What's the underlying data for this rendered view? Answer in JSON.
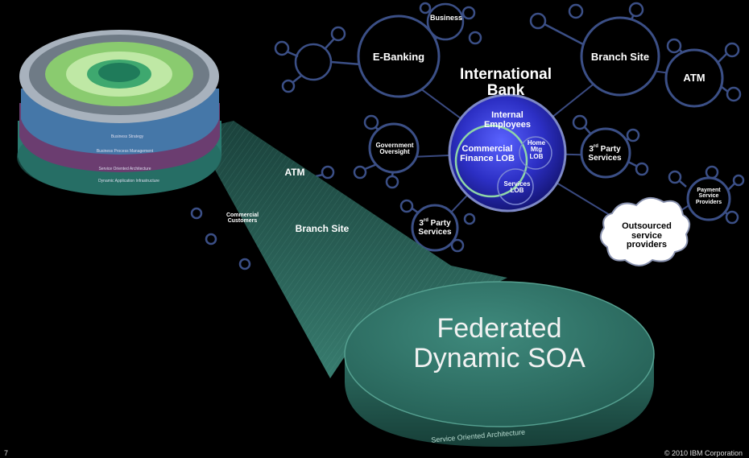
{
  "bank": {
    "title_line1": "International",
    "title_line2": "Bank"
  },
  "center": {
    "internal_line1": "Internal",
    "internal_line2": "Employees",
    "commercial_line1": "Commercial",
    "commercial_line2": "Finance LOB",
    "home_line1": "Home",
    "home_line2": "Mtg",
    "home_line3": "LOB",
    "services_line1": "Services",
    "services_line2": "LOB"
  },
  "nodes": {
    "ebanking": "E-Banking",
    "business": "Business",
    "branch_site_right": "Branch Site",
    "atm_right": "ATM",
    "gov_line1": "Government",
    "gov_line2": "Oversight",
    "third_party_right_line1": "3",
    "third_party_right_sup": "rd",
    "third_party_right_line1b": " Party",
    "third_party_right_line2": "Services",
    "third_party_lower_line1": "3",
    "third_party_lower_sup": "rd",
    "third_party_lower_line1b": " Party",
    "third_party_lower_line2": "Services",
    "payment_line1": "Payment",
    "payment_line2": "Service",
    "payment_line3": "Providers",
    "outsourced_line1": "Outsourced",
    "outsourced_line2": "service",
    "outsourced_line3": "providers"
  },
  "beam": {
    "atm": "ATM",
    "branch_site": "Branch Site",
    "commercial_line1": "Commercial",
    "commercial_line2": "Customers"
  },
  "federated": {
    "line1": "Federated",
    "line2": "Dynamic SOA",
    "rim_text": "Service Oriented Architecture"
  },
  "stack": {
    "layer1": "Business Strategy",
    "layer2": "Business Process Management",
    "layer3": "Service Oriented Architecture",
    "layer4": "Dynamic Application Infrastructure"
  },
  "footer": {
    "page_number": "7",
    "copyright": "© 2010 IBM Corporation"
  },
  "colors": {
    "background": "#000000",
    "node_stroke": "#3b4f86",
    "center_fill": "#2a2fb8",
    "beam": "#3f8f80",
    "disk": "#2e6e63"
  }
}
